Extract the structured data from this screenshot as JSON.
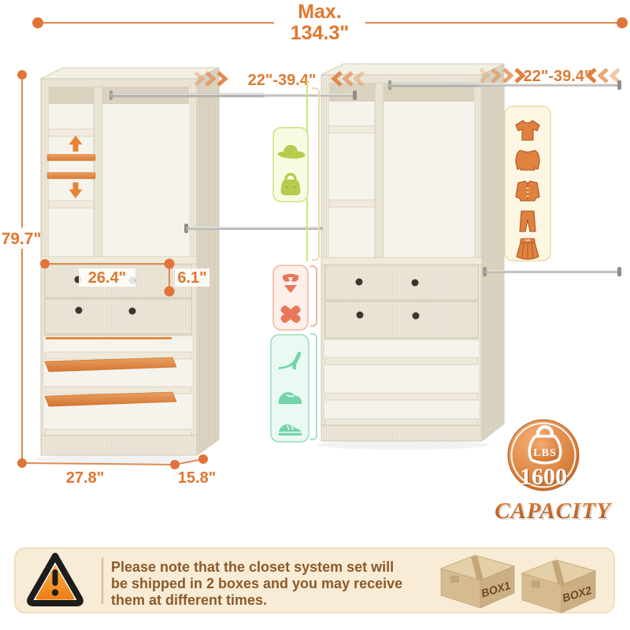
{
  "top_dimension": {
    "label": "Max.",
    "value": "134.3\""
  },
  "rod_left": {
    "value": "22\"-39.4\""
  },
  "rod_right": {
    "value": "22\"-39.4\""
  },
  "height_dim": {
    "value": "79.7\""
  },
  "drawer_dims": {
    "width": "26.4\"",
    "height": "6.1\""
  },
  "base_dims": {
    "width": "27.8\"",
    "depth": "15.8\""
  },
  "badge": {
    "unit": "LBS",
    "value": "1600",
    "caption": "CAPACITY"
  },
  "notice": {
    "line1": "Please note that the closet system set will",
    "line2": "be shipped in 2 boxes and you may receive",
    "line3": "them at different times.",
    "boxes": [
      {
        "label": "BOX1"
      },
      {
        "label": "BOX2"
      }
    ]
  },
  "icon_panels": {
    "accessories": [
      "hat",
      "handbag"
    ],
    "swimwear": [
      "bikini",
      "swimsuit"
    ],
    "shoes": [
      "heel",
      "flat-shoe",
      "sneaker"
    ],
    "clothes": [
      "t-shirt",
      "blouse",
      "cardigan",
      "pants",
      "skirt"
    ]
  },
  "colors": {
    "accent_orange": "#e0743a",
    "dimension_text": "#e2762e",
    "wood_light": "#ebe6d8",
    "wood_side": "#dcd5c3",
    "panel_green": "#f7fbe3",
    "panel_red": "#fdefe9",
    "panel_teal": "#eaf9f2",
    "panel_cream": "#fdf6e2",
    "notice_bg": "#f9ecd6",
    "notice_text": "#8a5a2b",
    "badge_orange": "#c96a2b"
  }
}
